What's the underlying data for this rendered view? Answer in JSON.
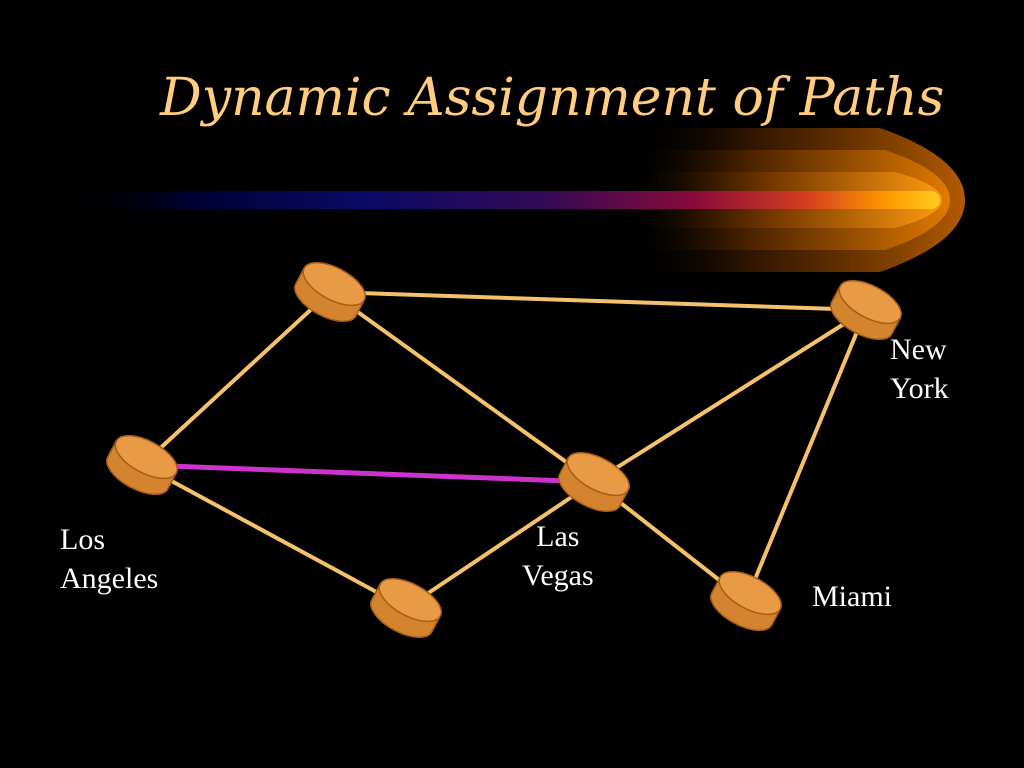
{
  "slide": {
    "title": "Dynamic Assignment of Paths"
  },
  "colors": {
    "background": "#000000",
    "title": "#FFCC80",
    "link": "#F5C26B",
    "highlighted_link": "#CC33CC",
    "node_fill": "#D4842E",
    "node_top": "#E89A45",
    "node_edge": "#A65E18",
    "label": "#FFFFFF"
  },
  "nodes": [
    {
      "id": "top",
      "label": ""
    },
    {
      "id": "ny",
      "label": "New\nYork"
    },
    {
      "id": "la",
      "label": "Los\nAngeles"
    },
    {
      "id": "lv",
      "label": "Las\nVegas"
    },
    {
      "id": "bottom",
      "label": ""
    },
    {
      "id": "mi",
      "label": "Miami"
    }
  ],
  "links": [
    {
      "from": "top",
      "to": "ny",
      "highlighted": false
    },
    {
      "from": "top",
      "to": "la",
      "highlighted": false
    },
    {
      "from": "top",
      "to": "lv",
      "highlighted": false
    },
    {
      "from": "la",
      "to": "lv",
      "highlighted": true
    },
    {
      "from": "la",
      "to": "bottom",
      "highlighted": false
    },
    {
      "from": "bottom",
      "to": "lv",
      "highlighted": false
    },
    {
      "from": "lv",
      "to": "ny",
      "highlighted": false
    },
    {
      "from": "lv",
      "to": "mi",
      "highlighted": false
    },
    {
      "from": "ny",
      "to": "mi",
      "highlighted": false
    }
  ]
}
